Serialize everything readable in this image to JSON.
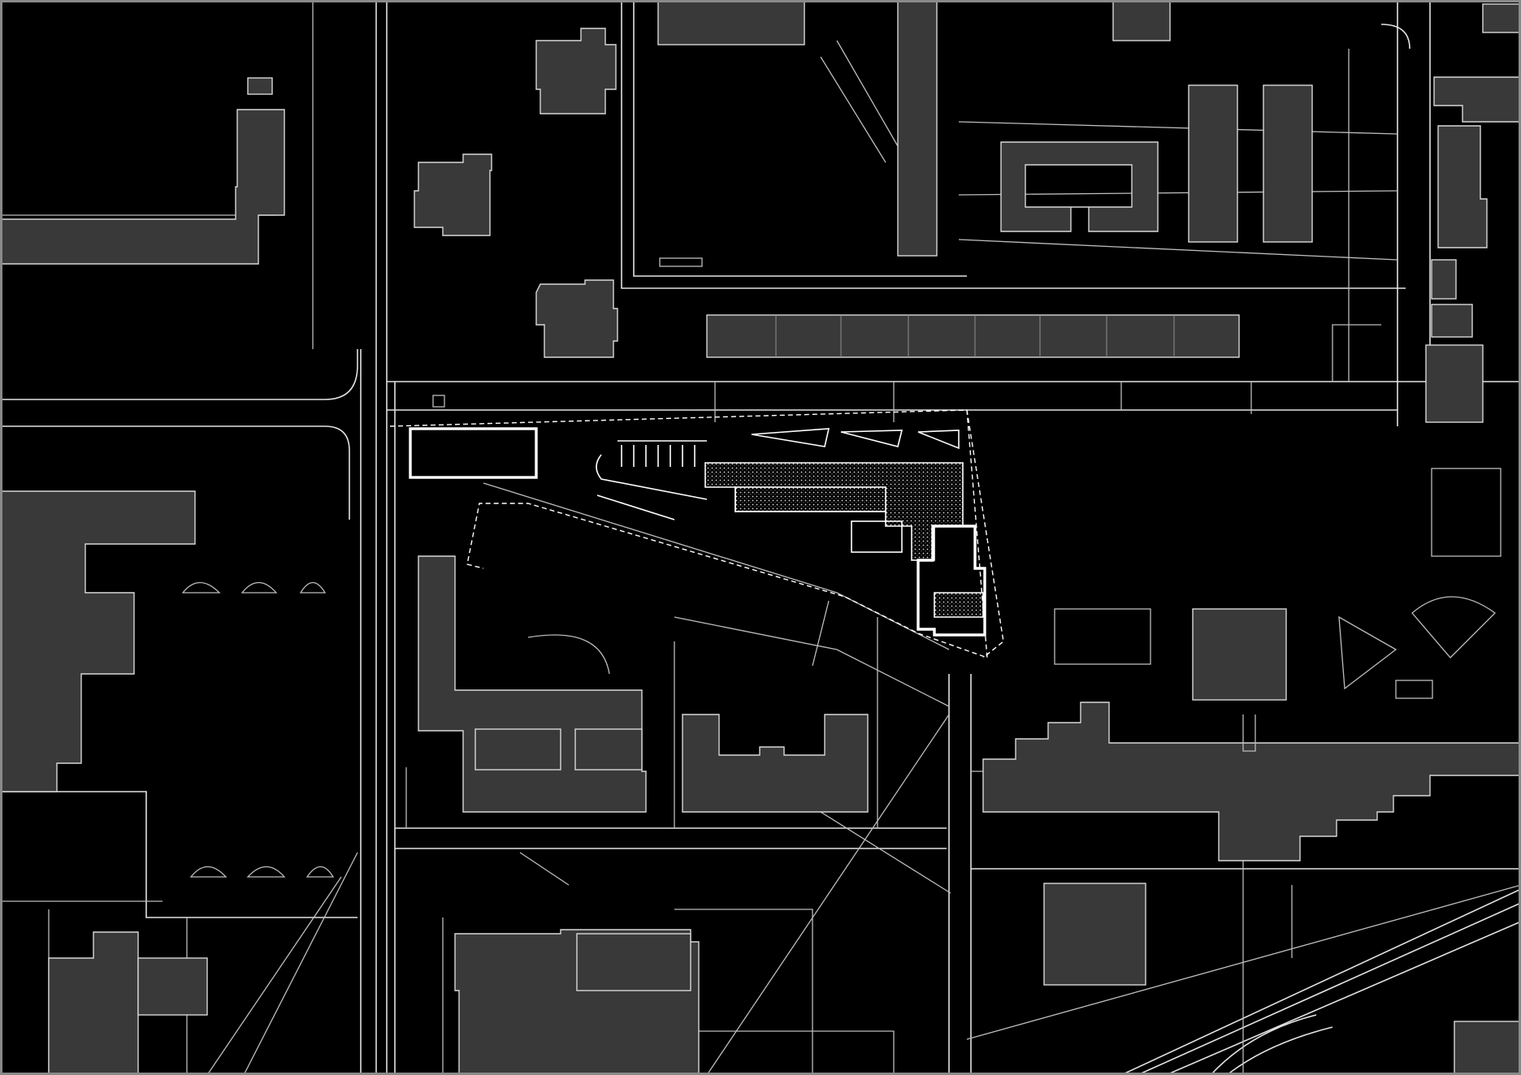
{
  "view": "site-plan",
  "theme": {
    "background": "#000000",
    "building_fill": "#393939",
    "outline": "#d8d8d8",
    "project_outline": "#ffffff"
  },
  "layers": [
    "buildings",
    "roads",
    "parcels",
    "project-site"
  ],
  "text_labels": []
}
